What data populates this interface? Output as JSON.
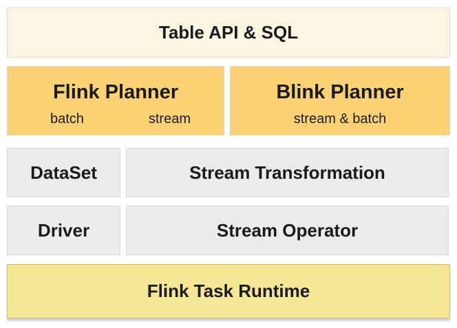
{
  "diagram": {
    "description": "Flink architecture layer diagram",
    "boxes": {
      "table_api": {
        "label": "Table API & SQL"
      },
      "flink_planner": {
        "title": "Flink Planner",
        "sub_left": "batch",
        "sub_right": "stream"
      },
      "blink_planner": {
        "title": "Blink Planner",
        "sub": "stream & batch"
      },
      "dataset": {
        "label": "DataSet"
      },
      "stream_transformation": {
        "label": "Stream Transformation"
      },
      "driver": {
        "label": "Driver"
      },
      "stream_operator": {
        "label": "Stream Operator"
      },
      "flink_task_runtime": {
        "label": "Flink Task Runtime"
      }
    },
    "colors": {
      "cream_box_fill": "#fdf5e1",
      "orange_box_fill": "#fad274",
      "gray_box_fill": "#ebebeb",
      "yellow_box_fill": "#f5e795",
      "yellow_box_border": "#cbbb76",
      "light_border": "#dedede",
      "text": "#1a1a1a",
      "background": "#ffffff"
    }
  }
}
